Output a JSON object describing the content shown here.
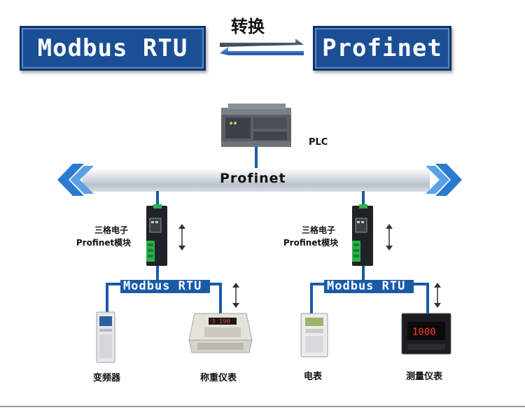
{
  "header": {
    "left_protocol": "Modbus RTU",
    "right_protocol": "Profinet",
    "convert_label": "转换"
  },
  "plc": {
    "label": "PLC"
  },
  "bus": {
    "label": "Profinet"
  },
  "gateways": [
    {
      "brand": "三格电子",
      "model": "Profinet模块",
      "subnet_label": "Modbus RTU"
    },
    {
      "brand": "三格电子",
      "model": "Profinet模块",
      "subnet_label": "Modbus RTU"
    }
  ],
  "devices": [
    {
      "label": "变频器",
      "icon": "inverter-icon"
    },
    {
      "label": "称重仪表",
      "icon": "weighing-indicator-icon"
    },
    {
      "label": "电表",
      "icon": "energy-meter-icon"
    },
    {
      "label": "测量仪表",
      "icon": "measuring-instrument-icon",
      "display": "1000"
    }
  ],
  "colors": {
    "banner": "#1b4f95",
    "bus_line": "#1a5aa8",
    "bus_arrow": "#2a7bd0",
    "module_green": "#2db04a"
  }
}
